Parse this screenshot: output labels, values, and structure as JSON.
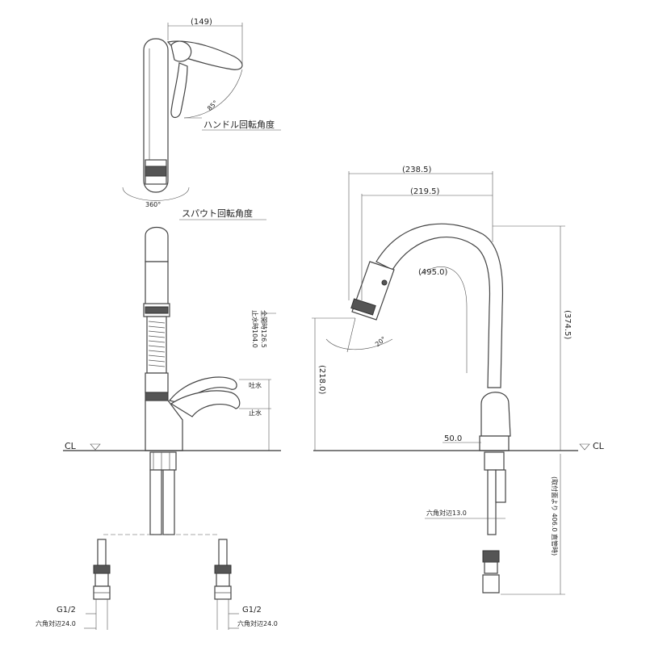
{
  "labels": {
    "top_width": "(149)",
    "handle_angle": "85°",
    "handle_rotation": "ハンドル回転角度",
    "spout_angle": "360°",
    "spout_rotation": "スパウト回転角度",
    "full_open_height": "全開時126.5",
    "stop_height": "止水時104.0",
    "outlet": "吐水",
    "stop": "止水",
    "cl_left": "CL",
    "cl_right": "CL",
    "g_left": "G1/2",
    "g_right": "G1/2",
    "hex_left": "六角対辺24.0",
    "hex_right": "六角対辺24.0",
    "width_total": "(238.5)",
    "width_spout": "(219.5)",
    "hose_length": "(495.0)",
    "head_angle": "20°",
    "spout_height": "(374.5)",
    "outlet_height": "(218.0)",
    "base_dim": "50.0",
    "hex_body": "六角対辺13.0",
    "pipe_length": "(取付面より 406.0 直管時)"
  }
}
